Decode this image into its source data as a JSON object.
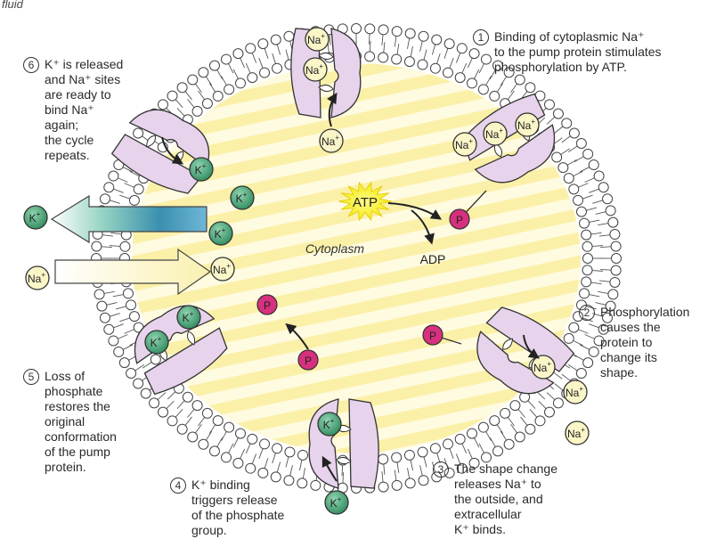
{
  "corner_label": "fluid",
  "cytoplasm_label": "Cytoplasm",
  "atp_label": "ATP",
  "adp_label": "ADP",
  "phosphate_label": "P",
  "ions": {
    "na": {
      "base": "Na",
      "sup": "+"
    },
    "k": {
      "base": "K",
      "sup": "+"
    }
  },
  "colors": {
    "membrane_head": "#ffffff",
    "pump_protein": "#e7d3ec",
    "na_ion": "#fbf6c8",
    "k_ion": "#3d9e72",
    "phosphate": "#d6307e",
    "atp_burst": "#f5f01e",
    "cytoplasm_stripe": "#fbf3b5"
  },
  "steps": [
    {
      "num": "1",
      "lines": [
        "Binding of cytoplasmic Na⁺",
        "to the pump protein stimulates",
        "phosphorylation by ATP."
      ]
    },
    {
      "num": "2",
      "lines": [
        "Phosphorylation",
        "causes the",
        "protein to",
        "change its",
        "shape."
      ]
    },
    {
      "num": "3",
      "lines": [
        "The shape change",
        "releases Na⁺ to",
        "the outside, and",
        "extracellular",
        "K⁺ binds."
      ]
    },
    {
      "num": "4",
      "lines": [
        "K⁺ binding",
        "triggers release",
        "of the phosphate",
        "group."
      ]
    },
    {
      "num": "5",
      "lines": [
        "Loss of",
        "phosphate",
        "restores the",
        "original",
        "conformation",
        "of the pump",
        "protein."
      ]
    },
    {
      "num": "6",
      "lines": [
        "K⁺ is released",
        "and Na⁺ sites",
        "are ready to",
        "bind Na⁺",
        "again;",
        "the cycle",
        "repeats."
      ]
    }
  ]
}
